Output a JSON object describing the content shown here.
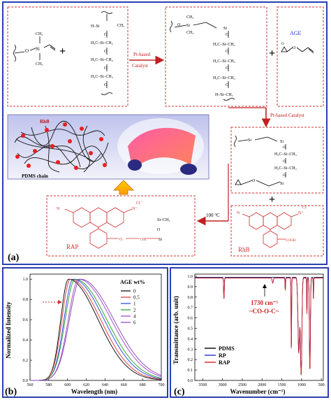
{
  "panel_a": {
    "label": "(a)",
    "plus": "+",
    "arrow1_label_top": "Pt-based",
    "arrow1_label_bottom": "Catalyst",
    "age_label": "AGE",
    "arrow2_label": "Pt-based Catalyst",
    "rhb_label": "RhB",
    "pdms_label": "PDMS chain",
    "heat_label": "100 °C",
    "rap_label": "RAP",
    "rhb_product_label": "RhB",
    "cooh_label": "COOH"
  },
  "panel_b": {
    "label": "(b)",
    "legend_title": "AGE wt%",
    "chart_data": {
      "type": "line",
      "xlabel": "Wavelength (nm)",
      "ylabel": "Normalized Intensity",
      "xlim": [
        560,
        700
      ],
      "ylim": [
        0,
        1.05
      ],
      "x_ticks": [
        560,
        580,
        600,
        620,
        640,
        660,
        680,
        700
      ],
      "y_ticks": [
        0.0,
        0.2,
        0.4,
        0.6,
        0.8,
        1.0
      ],
      "series": [
        {
          "name": "0",
          "color": "#000000",
          "peak": 601,
          "width_left": 11,
          "width_right": 42
        },
        {
          "name": "0.5",
          "color": "#e03030",
          "peak": 603,
          "width_left": 12,
          "width_right": 43
        },
        {
          "name": "1",
          "color": "#2040e0",
          "peak": 606,
          "width_left": 13,
          "width_right": 44
        },
        {
          "name": "2",
          "color": "#20a020",
          "peak": 608,
          "width_left": 14,
          "width_right": 45
        },
        {
          "name": "4",
          "color": "#9a40c8",
          "peak": 612,
          "width_left": 15,
          "width_right": 46
        },
        {
          "name": "6",
          "color": "#8a40b8",
          "peak": 614,
          "width_left": 16,
          "width_right": 47
        }
      ]
    }
  },
  "panel_c": {
    "label": "(c)",
    "annotation_top": "1730 cm⁻¹",
    "annotation_bottom": "~CO-O-C~",
    "chart_data": {
      "type": "line",
      "xlabel": "Wavenumber (cm⁻¹)",
      "ylabel": "Transmittance (arb. unit)",
      "xlim": [
        3700,
        450
      ],
      "ylim": [
        0.0,
        1.02
      ],
      "x_ticks": [
        3500,
        3000,
        2500,
        2000,
        1500,
        1000,
        500
      ],
      "y_ticks": [
        0.0,
        0.1,
        0.2,
        0.3,
        0.4,
        0.5,
        0.6,
        0.7,
        0.8,
        0.9,
        1.0
      ],
      "series": [
        {
          "name": "PDMS",
          "color": "#000000"
        },
        {
          "name": "RP",
          "color": "#2030d0"
        },
        {
          "name": "RAP",
          "color": "#e02020"
        }
      ],
      "bands": [
        {
          "center": 2963,
          "depth": 0.2,
          "width": 12
        },
        {
          "center": 1730,
          "depth": 0.05,
          "width": 20
        },
        {
          "center": 1412,
          "depth": 0.12,
          "width": 10
        },
        {
          "center": 1259,
          "depth": 0.68,
          "width": 10
        },
        {
          "center": 1070,
          "depth": 0.72,
          "width": 30
        },
        {
          "center": 1010,
          "depth": 0.92,
          "width": 25
        },
        {
          "center": 865,
          "depth": 0.35,
          "width": 8
        },
        {
          "center": 790,
          "depth": 0.88,
          "width": 18
        },
        {
          "center": 700,
          "depth": 0.2,
          "width": 8
        }
      ]
    }
  }
}
